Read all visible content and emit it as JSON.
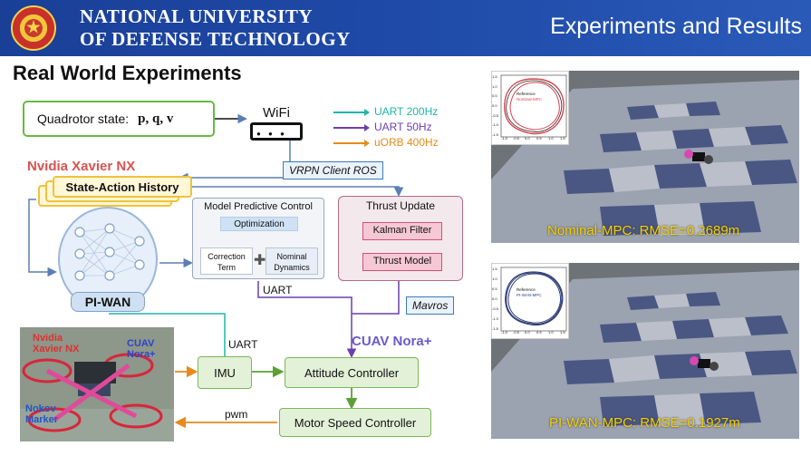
{
  "header": {
    "university_line1": "NATIONAL UNIVERSITY",
    "university_line2": "OF DEFENSE TECHNOLOGY",
    "slide_title": "Experiments and Results"
  },
  "section_title": "Real World Experiments",
  "diagram": {
    "state_label": "Quadrotor state:",
    "state_vars": "p, q, v",
    "wifi": "WiFi",
    "legend": [
      {
        "label": "UART 200Hz",
        "color": "#1fb5a8"
      },
      {
        "label": "UART 50Hz",
        "color": "#6a3fb0"
      },
      {
        "label": "uORB 400Hz",
        "color": "#e88a1a"
      }
    ],
    "xavier_title": "Nvidia Xavier NX",
    "vrpn": "VRPN Client ROS",
    "history": "State-Action History",
    "piwan": "PI-WAN",
    "mpc_title": "Model Predictive Control",
    "optimization": "Optimization",
    "correction_l1": "Correction",
    "correction_l2": "Term",
    "nominal_l1": "Nominal",
    "nominal_l2": "Dynamics",
    "thrust_update": "Thrust Update",
    "kalman": "Kalman Filter",
    "thrust_model": "Thrust Model",
    "uart1": "UART",
    "mavros": "Mavros",
    "uart2": "UART",
    "nora_title": "CUAV Nora+",
    "imu": "IMU",
    "attitude": "Attitude Controller",
    "motor": "Motor Speed Controller",
    "pwm": "pwm",
    "photo_labels": {
      "xavier_l1": "Nvidia",
      "xavier_l2": "Xavier NX",
      "nora_l1": "CUAV",
      "nora_l2": "Nora+",
      "nokov_l1": "Nokov",
      "nokov_l2": "Marker"
    }
  },
  "results": [
    {
      "caption": "Nominal-MPC: RMSE=0.2689m",
      "legend_ref": "Reference",
      "legend_run": "Nominal-MPC",
      "run_color": "#d9434f"
    },
    {
      "caption": "PI-WAN-MPC: RMSE=0.1927m",
      "legend_ref": "Reference",
      "legend_run": "PI-WAN-MPC",
      "run_color": "#2b3f8f"
    }
  ],
  "inset_ticks": {
    "y": [
      "1.5",
      "1.0",
      "0.5",
      "0.0",
      "-0.5",
      "-1.0",
      "-1.5"
    ],
    "x": [
      "-1.0",
      "-0.5",
      "0.0",
      "0.5",
      "1.0",
      "1.5"
    ]
  }
}
